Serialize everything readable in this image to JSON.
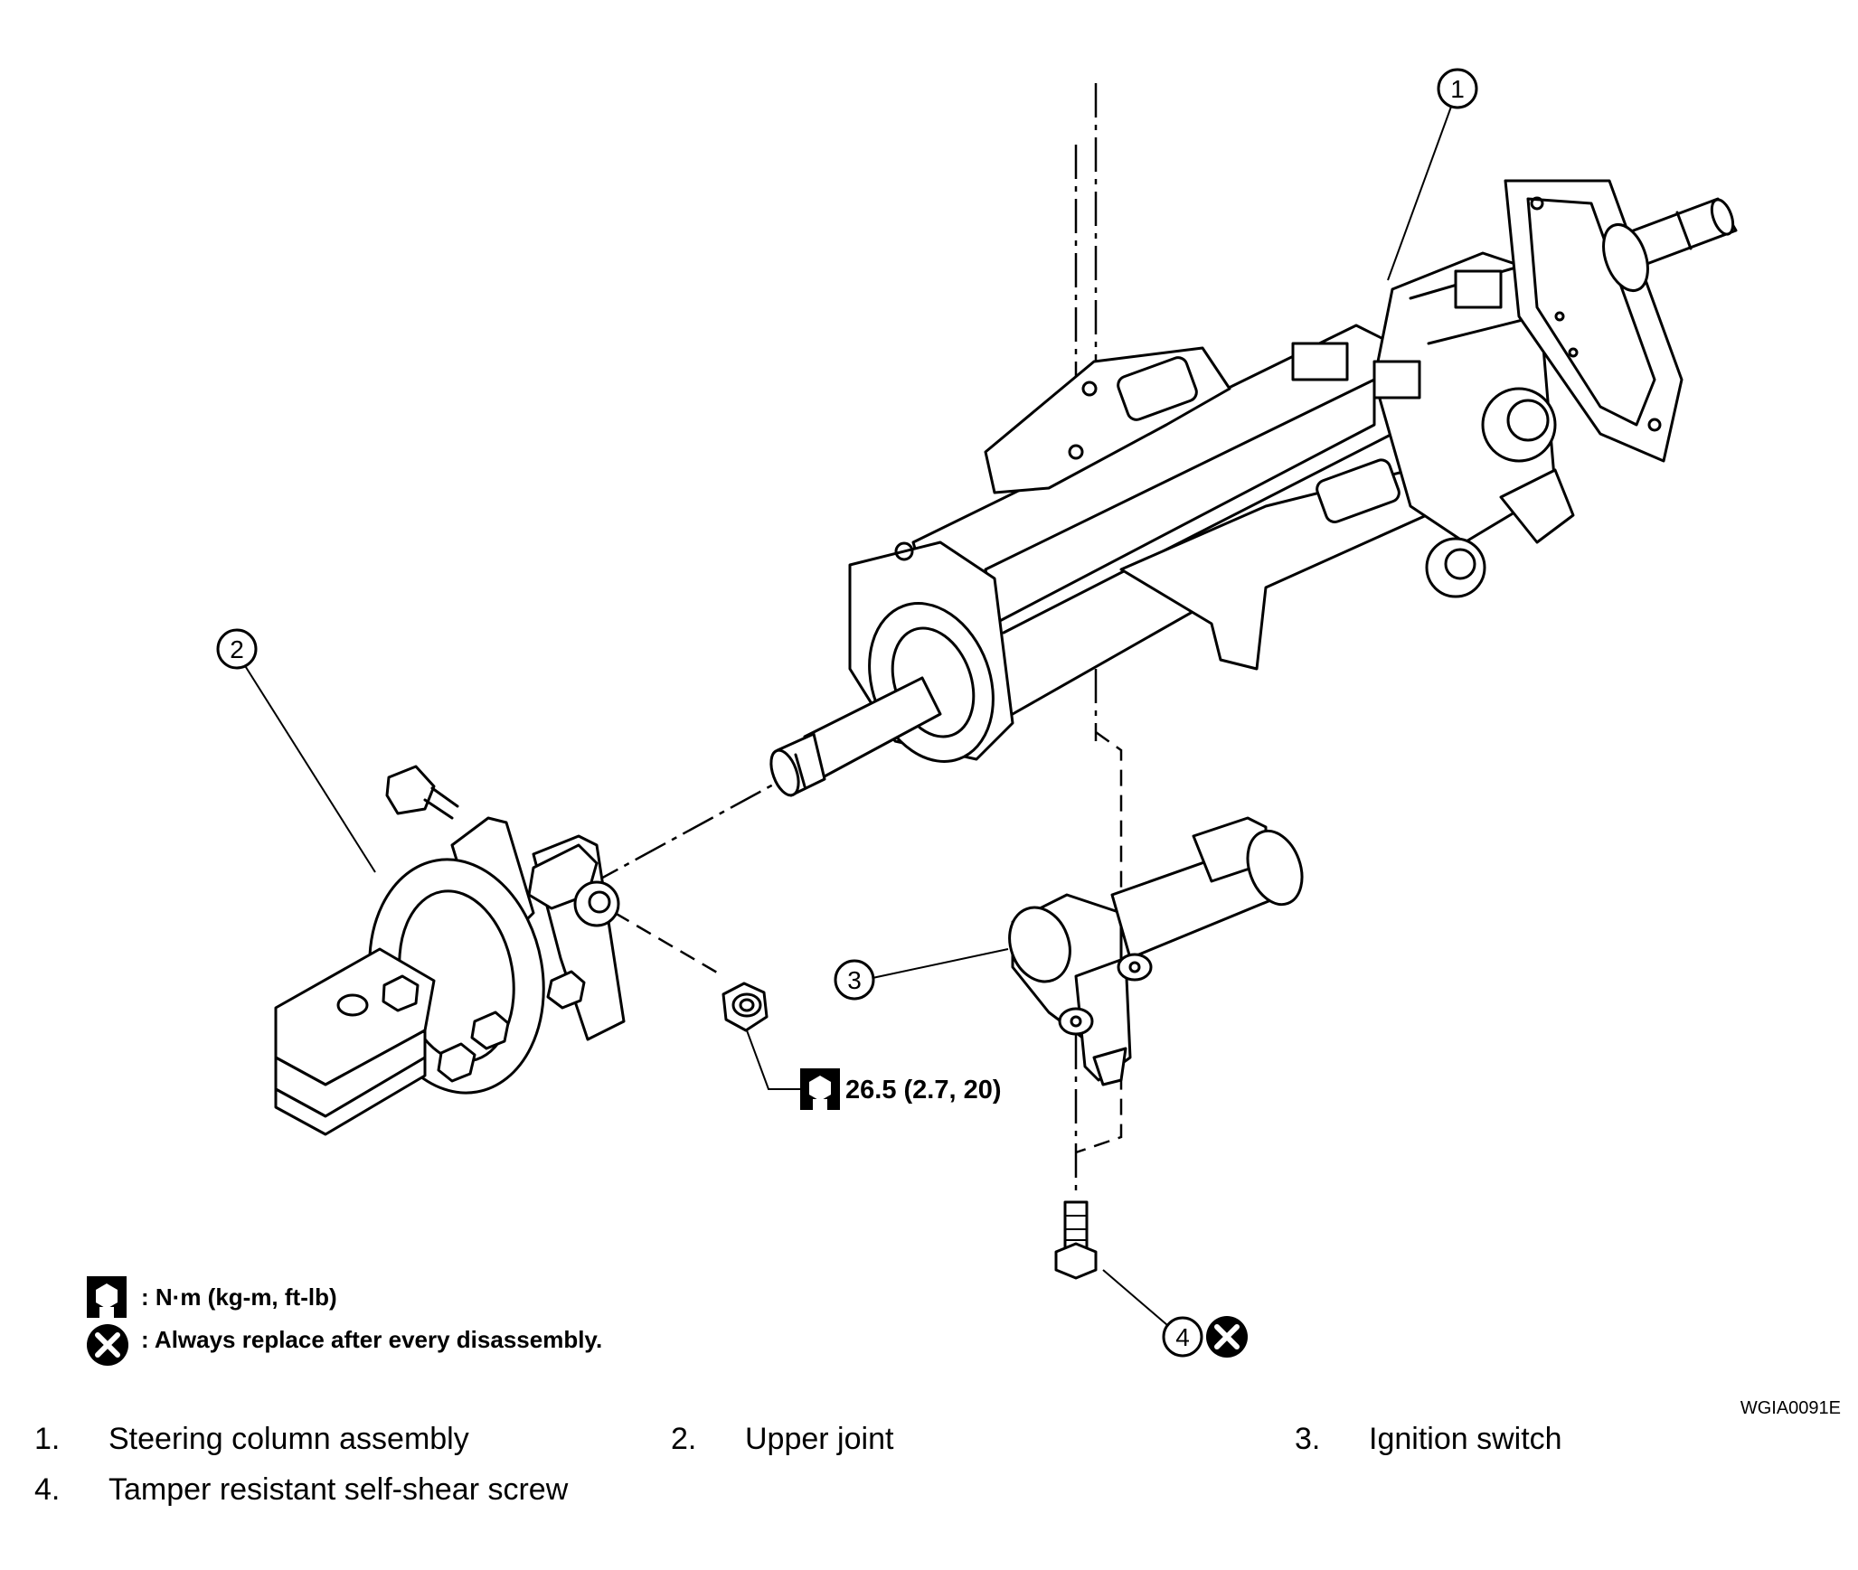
{
  "callouts": {
    "c1": "1",
    "c2": "2",
    "c3": "3",
    "c4": "4"
  },
  "torque_spec": "26.5 (2.7, 20)",
  "key": {
    "torque_units": ": N·m (kg-m, ft-lb)",
    "replace_note": ": Always replace after every disassembly."
  },
  "figure_id": "WGIA0091E",
  "legend": [
    {
      "num": "1.",
      "label": "Steering column assembly"
    },
    {
      "num": "2.",
      "label": "Upper joint"
    },
    {
      "num": "3.",
      "label": "Ignition switch"
    },
    {
      "num": "4.",
      "label": "Tamper resistant self-shear screw"
    }
  ],
  "icons": {
    "torque": "torque-wrench-icon",
    "replace": "always-replace-icon"
  },
  "colors": {
    "line": "#000000",
    "background": "#ffffff"
  }
}
